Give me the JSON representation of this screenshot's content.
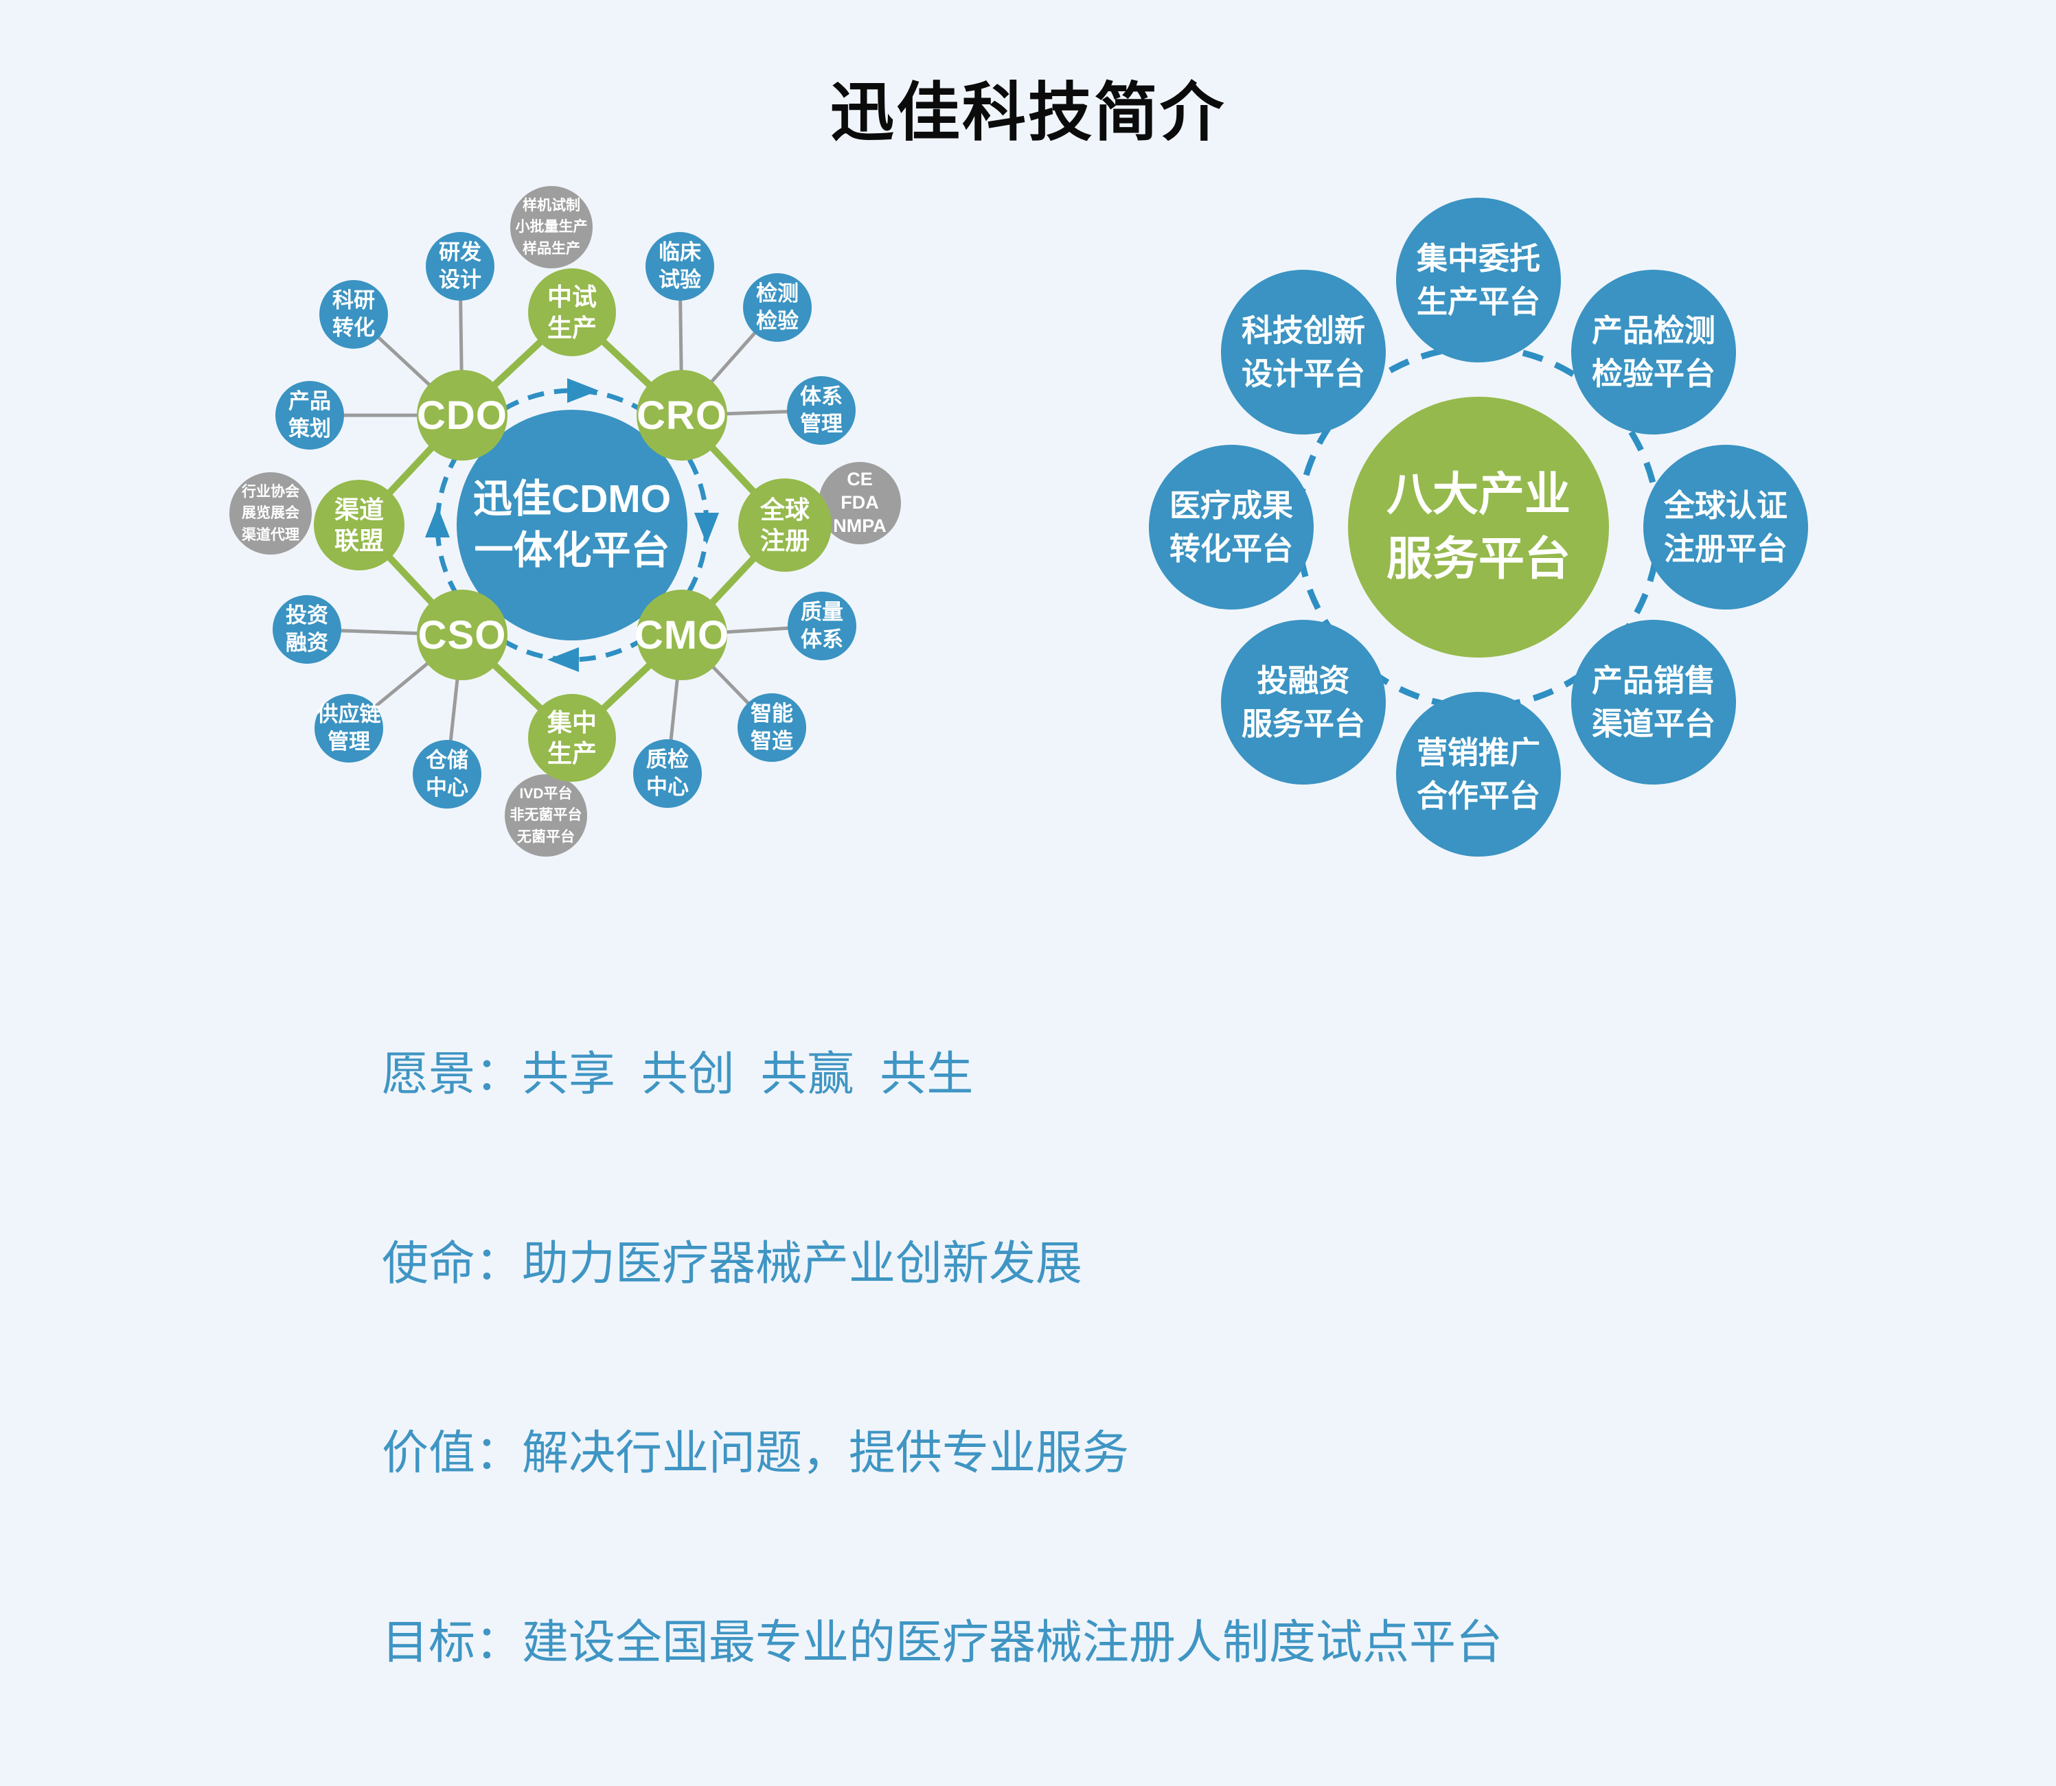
{
  "title": "迅佳科技简介",
  "colors": {
    "blue": "#3a93c2",
    "green": "#95b94c",
    "gray": "#9e9e9e",
    "background": "#f0f5fb",
    "dashed_ring_blue": "#2e8fc3",
    "connector_gray": "#9b9b9b",
    "footer_text_blue": "#3f95c3",
    "title_color": "#0b0b0b"
  },
  "left_diagram": {
    "hub": "迅佳CDMO\n一体化平台",
    "inner_nodes": [
      "中试\n生产",
      "CDO",
      "CRO",
      "渠道\n联盟",
      "全球\n注册",
      "CSO",
      "CMO",
      "集中\n生产"
    ],
    "outer_nodes": [
      "研发\n设计",
      "临床\n试验",
      "科研\n转化",
      "检测\n检验",
      "产品\n策划",
      "体系\n管理",
      "投资\n融资",
      "质量\n体系",
      "供应链\n管理",
      "智能\n智造",
      "仓储\n中心",
      "质检\n中心"
    ],
    "note_nodes": [
      "样机试制\n小批量生产\n样品生产",
      "行业协会\n展览展会\n渠道代理",
      "CE\nFDA\nNMPA",
      "IVD平台\n非无菌平台\n无菌平台"
    ]
  },
  "right_diagram": {
    "hub": "八大产业\n服务平台",
    "satellites": [
      "集中委托\n生产平台",
      "产品检测\n检验平台",
      "全球认证\n注册平台",
      "产品销售\n渠道平台",
      "营销推广\n合作平台",
      "投融资\n服务平台",
      "医疗成果\n转化平台",
      "科技创新\n设计平台"
    ]
  },
  "footer": {
    "lines": [
      "愿景：共享  共创  共赢  共生",
      "使命：助力医疗器械产业创新发展",
      "价值：解决行业问题，提供专业服务",
      "目标：建设全国最专业的医疗器械注册人制度试点平台"
    ]
  }
}
